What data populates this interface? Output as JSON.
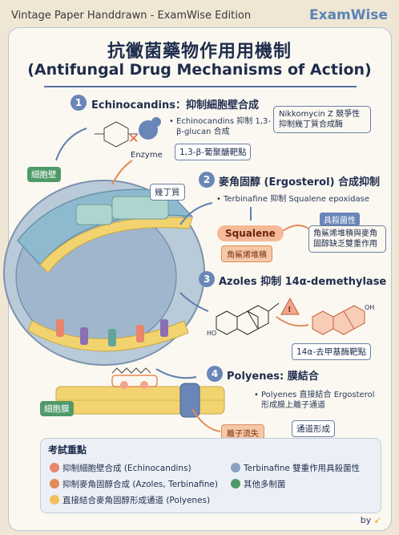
{
  "header": {
    "left": "Vintage Paper Handdrawn - ExamWise Edition",
    "brand": "ExamWise"
  },
  "title": {
    "zh": "抗黴菌藥物作用用機制",
    "en": "(Antifungal Drug Mechanisms of Action)"
  },
  "labels": {
    "cell_wall": "細胞壁",
    "chitin": "幾丁質",
    "cell_membrane": "細胞膜"
  },
  "sections": [
    {
      "num": "1",
      "title": "Echinocandins：抑制細胞壁合成",
      "bullet": "Echinocandins 抑制 1,3-β-glucan 合成",
      "enzyme": "Enzyme",
      "target": "1,3-β-葡聚醣靶點",
      "note": "Nikkomycin Z 競爭性抑制幾丁質合成酶"
    },
    {
      "num": "2",
      "title": "麥角固醇 (Ergosterol) 合成抑制",
      "bullet": "Terbinafine 抑制 Squalene epoxidase",
      "squalene": "Squalene",
      "squalene_tag": "角鯊烯堆積",
      "fungi_tag": "具殺菌性",
      "fungi_note": "角鯊烯堆積與麥角固醇缺乏雙重作用"
    },
    {
      "num": "3",
      "title": "Azoles 抑制 14α-demethylase",
      "target": "14α-去甲基酶靶點",
      "oh": "OH"
    },
    {
      "num": "4",
      "title": "Polyenes: 膜結合",
      "bullet": "Polyenes 直接結合 Ergosterol 形成膜上離子通道",
      "ion": "離子流失",
      "channel": "通道形成"
    }
  ],
  "exam": {
    "title": "考試重點",
    "items": [
      "抑制細胞壁合成 (Echinocandins)",
      "抑制麥角固醇合成 (Azoles, Terbinafine)",
      "直接結合麥角固醇形成通道 (Polyenes)",
      "Terbinafine 雙重作用具殺菌性",
      "其他多制菌"
    ]
  },
  "footer": {
    "by": "by"
  },
  "colors": {
    "accent": "#6a86b8",
    "green": "#4f9a68",
    "orange": "#e38a56",
    "paper": "#efe6d4"
  }
}
